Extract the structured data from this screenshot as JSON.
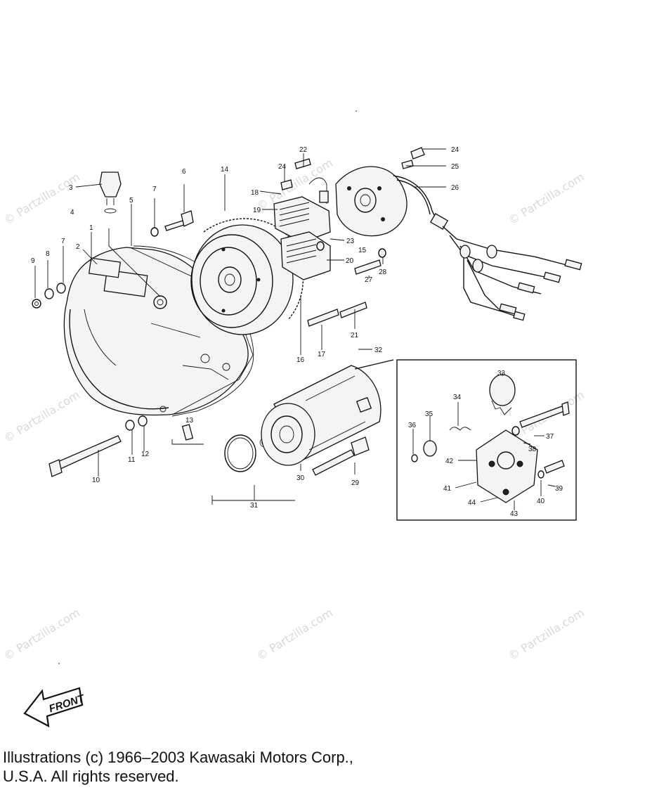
{
  "watermark": "© Partzilla.com",
  "callouts": [
    "1",
    "2",
    "3",
    "4",
    "5",
    "6",
    "7",
    "7",
    "8",
    "9",
    "10",
    "11",
    "12",
    "13",
    "14",
    "15",
    "16",
    "17",
    "18",
    "19",
    "20",
    "21",
    "22",
    "23",
    "24",
    "24",
    "25",
    "26",
    "27",
    "28",
    "29",
    "30",
    "31",
    "32",
    "33",
    "34",
    "35",
    "36",
    "37",
    "38",
    "39",
    "40",
    "41",
    "42",
    "43",
    "44"
  ],
  "front_arrow": {
    "label": "FRONT"
  },
  "copyright": {
    "line1": "Illustrations (c) 1966–2003 Kawasaki Motors Corp.,",
    "line2": "U.S.A.  All rights reserved."
  }
}
